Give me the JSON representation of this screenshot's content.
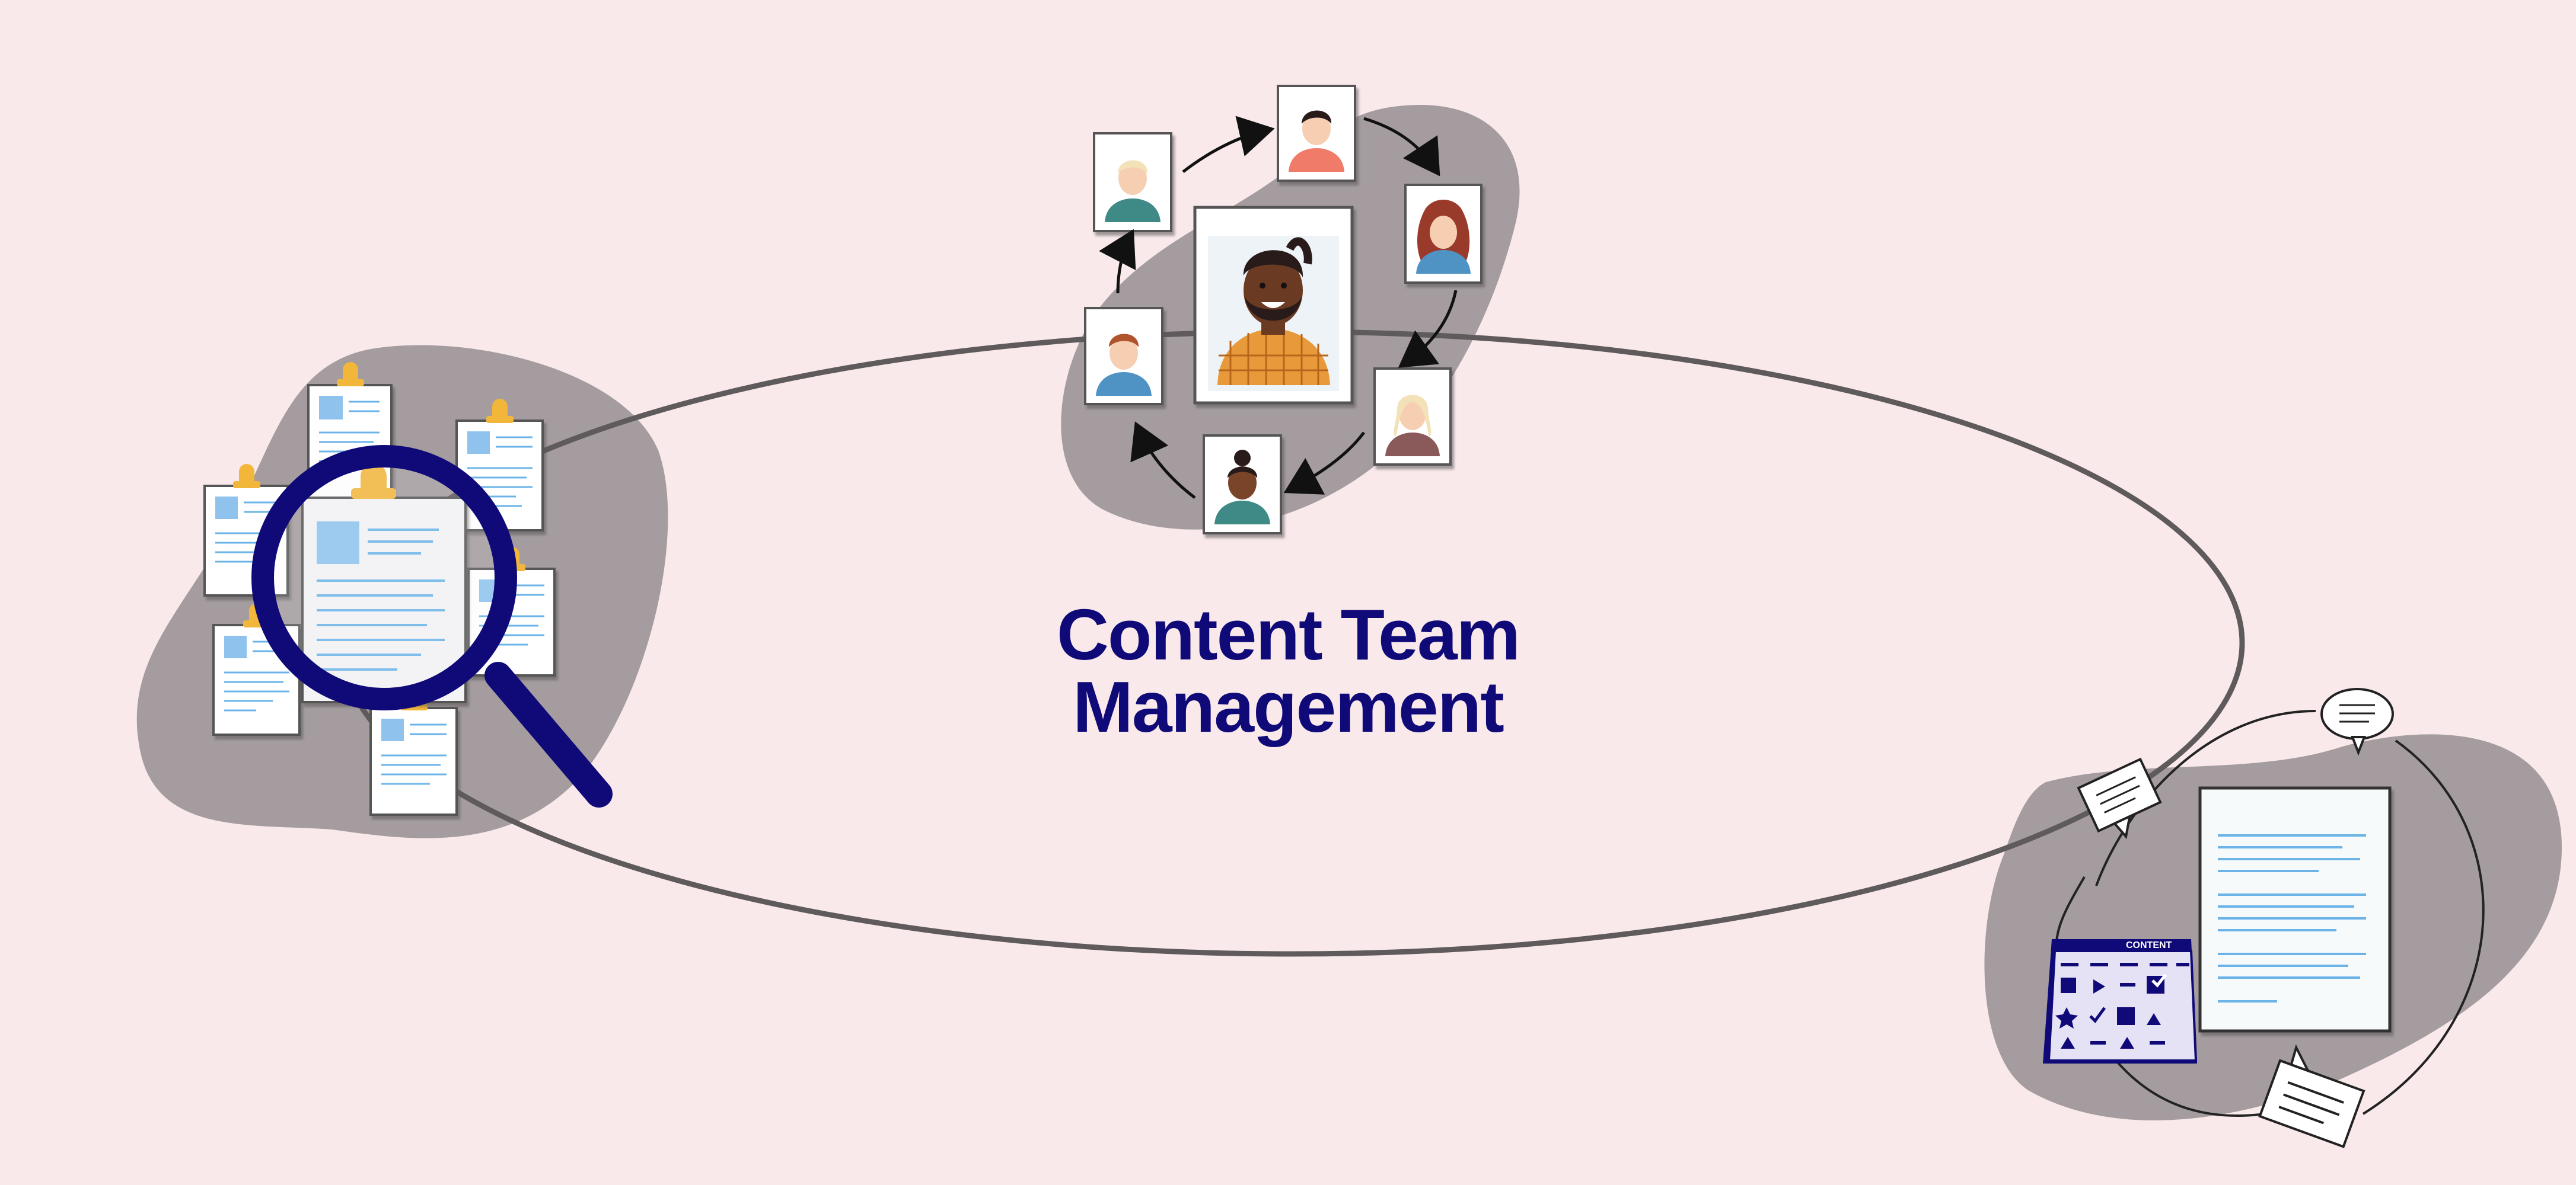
{
  "title": {
    "line1": "Content Team",
    "line2": "Management"
  },
  "calendar": {
    "header": "CONTENT"
  },
  "colors": {
    "background": "#f9e9eb",
    "blob": "#a49c9e",
    "title": "#0f0a78",
    "magnifier": "#0f0a78",
    "clip": "#f2b73a",
    "photo": "#8fc3ee",
    "text_line": "#6cb4e8",
    "ellipse": "#5f5a5b"
  },
  "icons": [
    "magnifier-icon",
    "clipboard-icon",
    "person-avatar-icon",
    "arrow-icon",
    "speech-bubble-icon",
    "document-icon",
    "content-calendar-icon"
  ]
}
